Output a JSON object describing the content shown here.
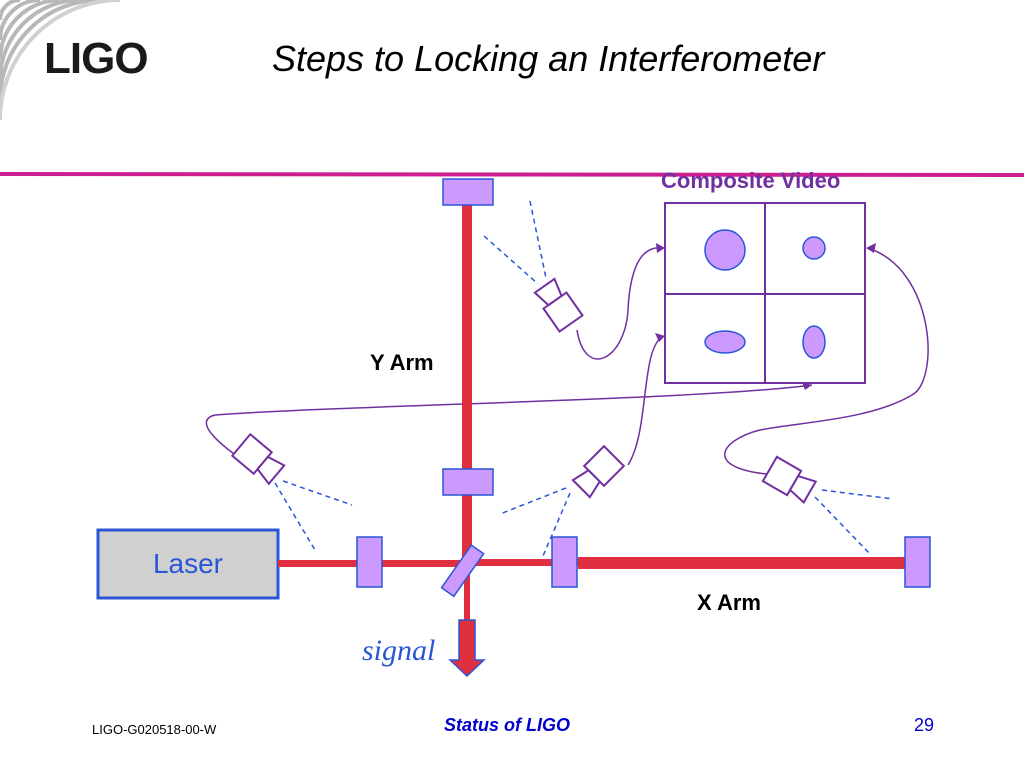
{
  "header": {
    "logo": "LIGO",
    "title": "Steps to Locking an Interferometer"
  },
  "diagram": {
    "composite_video_label": "Composite Video",
    "laser_label": "Laser",
    "y_arm_label": "Y Arm",
    "x_arm_label": "X Arm",
    "signal_label": "signal"
  },
  "footer": {
    "doc_id": "LIGO-G020518-00-W",
    "center_text": "Status of LIGO",
    "page_number": "29"
  },
  "colors": {
    "beam": "#e03040",
    "mirror_fill": "#cc99ff",
    "mirror_stroke": "#2a55d6",
    "header_rule": "#cc1e8f",
    "wire": "#7030a0",
    "laser_fill": "#d0d0d0"
  }
}
